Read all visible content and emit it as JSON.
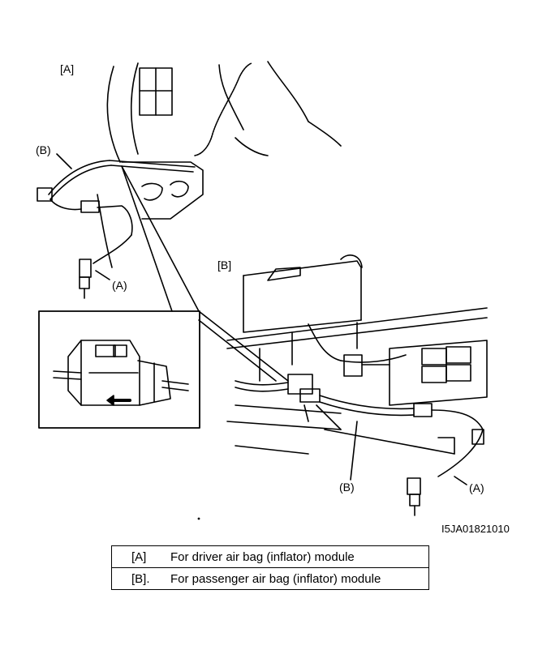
{
  "labels": {
    "section_a": "[A]",
    "section_b": "[B]",
    "part_b_top": "(B)",
    "part_a_top": "(A)",
    "part_b_bottom": "(B)",
    "part_a_bottom": "(A)"
  },
  "figure_code": "I5JA01821010",
  "legend": [
    {
      "key": "[A]",
      "description": "For driver air bag (inflator) module"
    },
    {
      "key": "[B].",
      "description": "For passenger air bag (inflator) module"
    }
  ]
}
